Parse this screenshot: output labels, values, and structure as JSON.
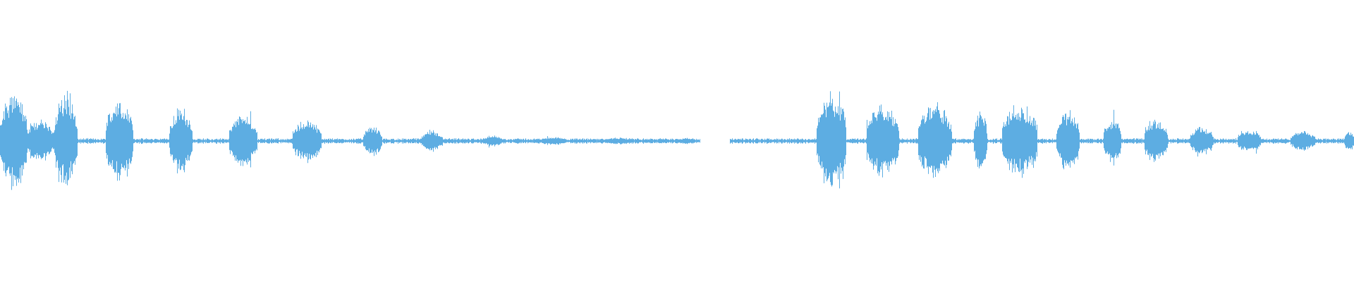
{
  "waveform": {
    "color": "#5dade2",
    "background": "#ffffff",
    "baseline_noise": 0.012,
    "silent_ranges": [
      [
        0.517,
        0.539
      ]
    ],
    "bursts": [
      {
        "start": 0.0,
        "end": 0.02,
        "peak": 0.32
      },
      {
        "start": 0.02,
        "end": 0.04,
        "peak": 0.14
      },
      {
        "start": 0.04,
        "end": 0.057,
        "peak": 0.3
      },
      {
        "start": 0.078,
        "end": 0.098,
        "peak": 0.28
      },
      {
        "start": 0.125,
        "end": 0.142,
        "peak": 0.22
      },
      {
        "start": 0.169,
        "end": 0.19,
        "peak": 0.17
      },
      {
        "start": 0.216,
        "end": 0.237,
        "peak": 0.14
      },
      {
        "start": 0.268,
        "end": 0.282,
        "peak": 0.1
      },
      {
        "start": 0.311,
        "end": 0.327,
        "peak": 0.065
      },
      {
        "start": 0.357,
        "end": 0.371,
        "peak": 0.035
      },
      {
        "start": 0.399,
        "end": 0.418,
        "peak": 0.028
      },
      {
        "start": 0.446,
        "end": 0.469,
        "peak": 0.022
      },
      {
        "start": 0.5,
        "end": 0.514,
        "peak": 0.022
      },
      {
        "start": 0.603,
        "end": 0.625,
        "peak": 0.32
      },
      {
        "start": 0.64,
        "end": 0.664,
        "peak": 0.24
      },
      {
        "start": 0.678,
        "end": 0.703,
        "peak": 0.25
      },
      {
        "start": 0.719,
        "end": 0.729,
        "peak": 0.2
      },
      {
        "start": 0.74,
        "end": 0.766,
        "peak": 0.24
      },
      {
        "start": 0.78,
        "end": 0.797,
        "peak": 0.2
      },
      {
        "start": 0.815,
        "end": 0.828,
        "peak": 0.15
      },
      {
        "start": 0.845,
        "end": 0.862,
        "peak": 0.15
      },
      {
        "start": 0.879,
        "end": 0.896,
        "peak": 0.1
      },
      {
        "start": 0.914,
        "end": 0.931,
        "peak": 0.08
      },
      {
        "start": 0.953,
        "end": 0.971,
        "peak": 0.07
      },
      {
        "start": 0.993,
        "end": 1.0,
        "peak": 0.07
      }
    ]
  }
}
